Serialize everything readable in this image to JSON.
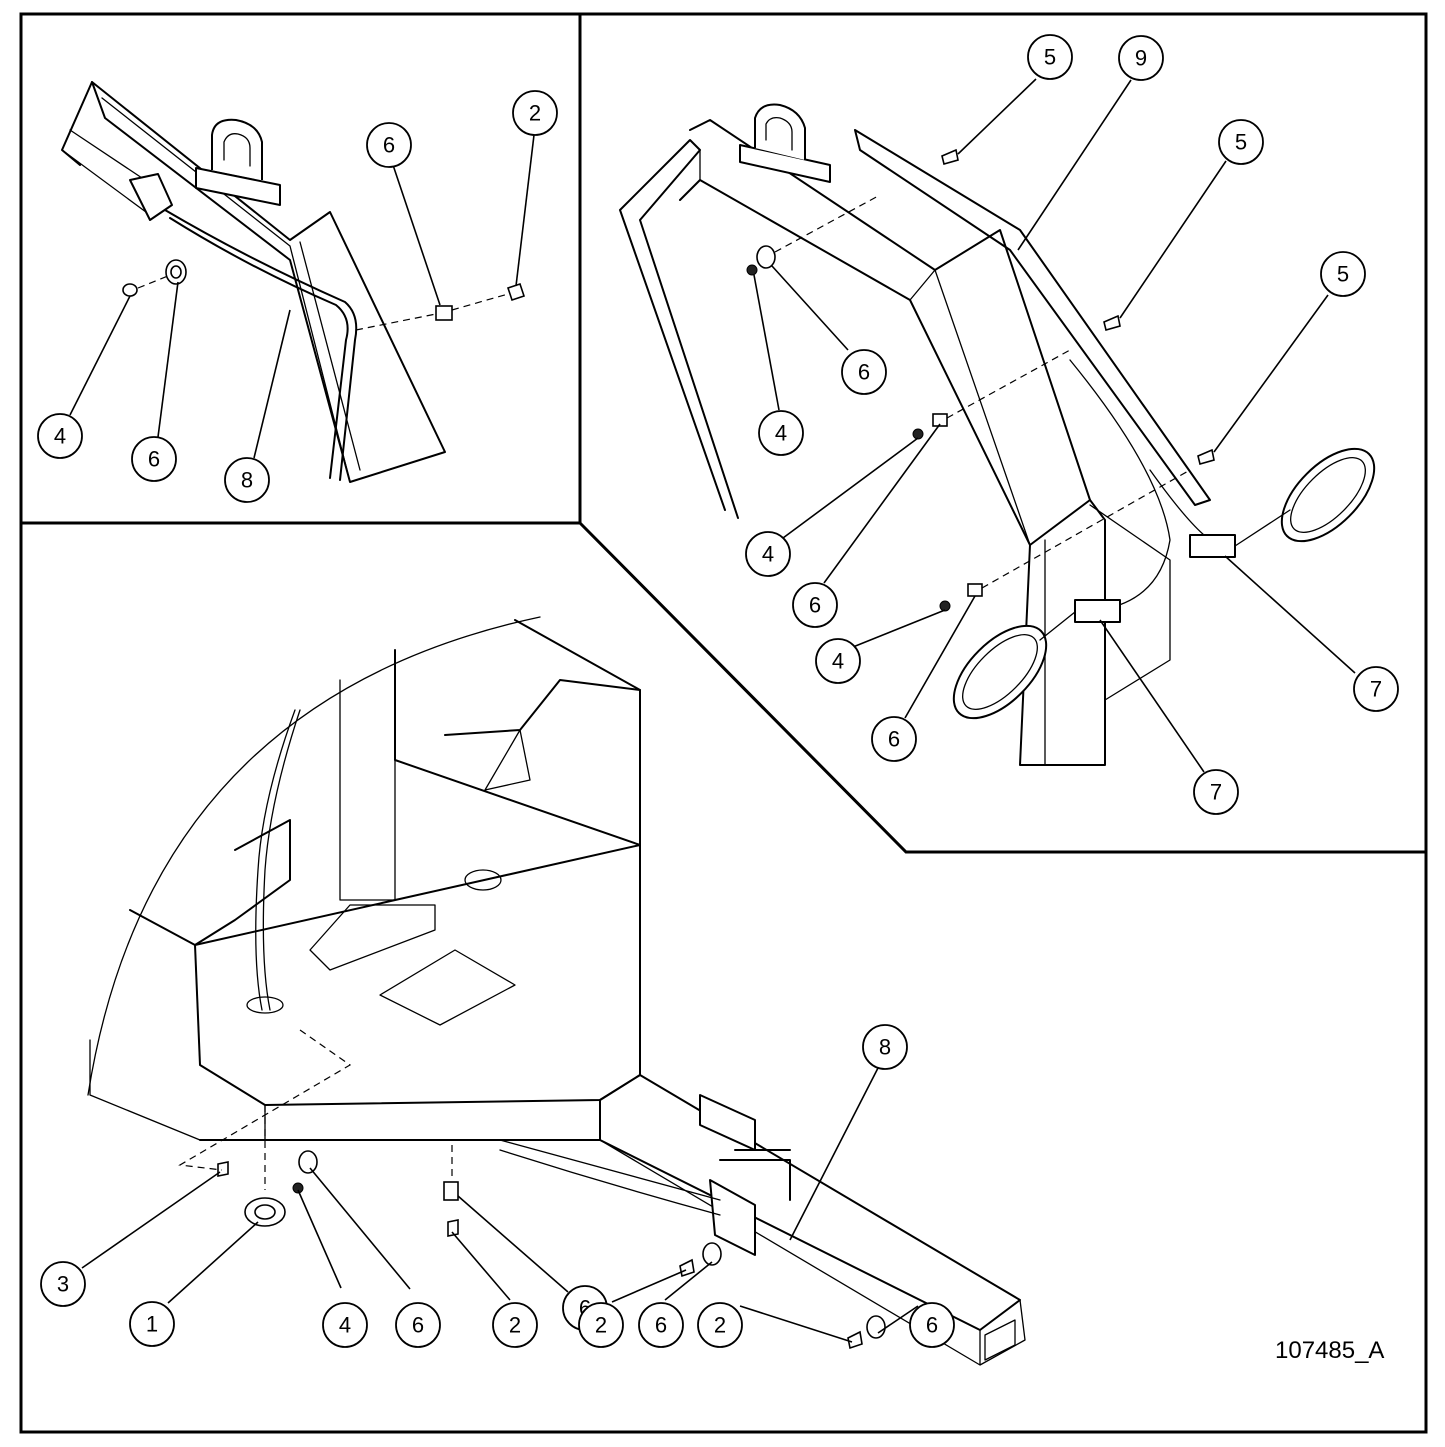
{
  "drawing_number": "107485_A",
  "callouts": [
    {
      "label": "2"
    },
    {
      "label": "6"
    },
    {
      "label": "4"
    },
    {
      "label": "6"
    },
    {
      "label": "8"
    },
    {
      "label": "5"
    },
    {
      "label": "9"
    },
    {
      "label": "5"
    },
    {
      "label": "5"
    },
    {
      "label": "6"
    },
    {
      "label": "4"
    },
    {
      "label": "4"
    },
    {
      "label": "6"
    },
    {
      "label": "4"
    },
    {
      "label": "6"
    },
    {
      "label": "7"
    },
    {
      "label": "7"
    },
    {
      "label": "8"
    },
    {
      "label": "3"
    },
    {
      "label": "6"
    },
    {
      "label": "1"
    },
    {
      "label": "4"
    },
    {
      "label": "6"
    },
    {
      "label": "2"
    },
    {
      "label": "2"
    },
    {
      "label": "6"
    },
    {
      "label": "2"
    },
    {
      "label": "6"
    }
  ]
}
